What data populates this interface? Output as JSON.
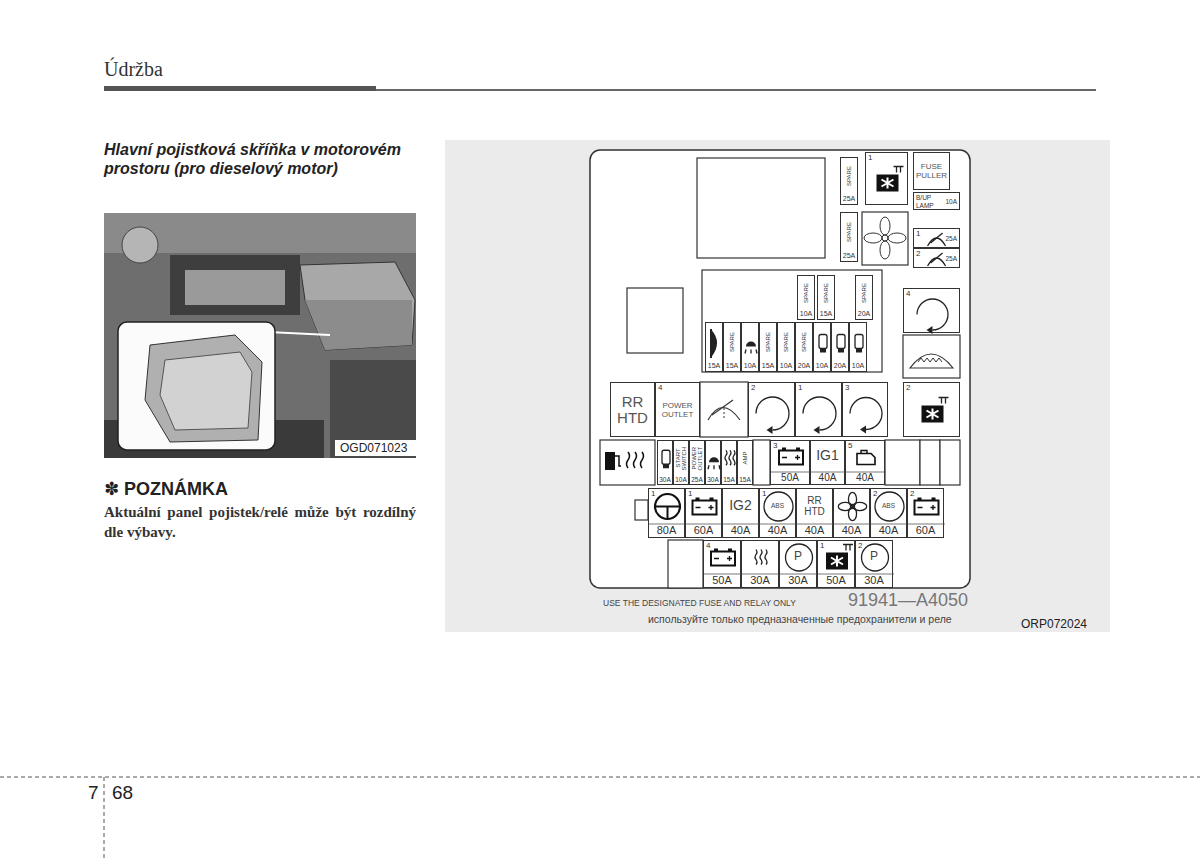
{
  "diagram": {
    "title": "Hlavní pojistková skříňka v motorovém prostoru (pro dieselový motor)",
    "nodes": [
      {
        "text": [
          "USE THE DESIGNATED FUSE AND RELAY ONLY",
          "91941—A4050",
          "используйте только предназначенные предохранители и реле"
        ]
      },
      {
        "text": [
          "SPARE",
          "25A"
        ],
        "in": 0
      },
      {
        "text": [
          "1"
        ],
        "in": 0
      },
      {
        "text": [
          "FUSE PULLER"
        ],
        "in": 0
      },
      {
        "text": [
          "SPARE",
          "25A"
        ],
        "in": 0
      },
      {
        "text": [
          "B/UP LAMP",
          "10A"
        ],
        "in": 0
      },
      {
        "text": [
          "1",
          "25A"
        ],
        "in": 0
      },
      {
        "text": [
          "2",
          "25A"
        ],
        "in": 0
      },
      {
        "text": [
          "SPARE",
          "10A"
        ],
        "in": 0
      },
      {
        "text": [
          "SPARE",
          "15A"
        ],
        "in": 0
      },
      {
        "text": [
          "SPARE",
          "20A"
        ],
        "in": 0
      },
      {
        "text": [
          "15A"
        ],
        "in": 0
      },
      {
        "text": [
          "SPARE",
          "15A"
        ],
        "in": 0
      },
      {
        "text": [
          "10A"
        ],
        "in": 0
      },
      {
        "text": [
          "SPARE",
          "15A"
        ],
        "in": 0
      },
      {
        "text": [
          "SPARE",
          "10A"
        ],
        "in": 0
      },
      {
        "text": [
          "SPARE",
          "20A"
        ],
        "in": 0
      },
      {
        "text": [
          "10A"
        ],
        "in": 0
      },
      {
        "text": [
          "20A"
        ],
        "in": 0
      },
      {
        "text": [
          "10A"
        ],
        "in": 0
      },
      {
        "text": [
          "4"
        ],
        "in": 0
      },
      {
        "text": [
          "RR HTD"
        ],
        "in": 0
      },
      {
        "text": [
          "4",
          "POWER OUTLET"
        ],
        "in": 0
      },
      {
        "text": [
          "2"
        ],
        "in": 0
      },
      {
        "text": [
          "1"
        ],
        "in": 0
      },
      {
        "text": [
          "3"
        ],
        "in": 0
      },
      {
        "text": [
          "2"
        ],
        "in": 0
      },
      {
        "text": [
          "30A"
        ],
        "in": 0
      },
      {
        "text": [
          "START SWITCH",
          "10A"
        ],
        "in": 0
      },
      {
        "text": [
          "POWER OUTLET",
          "25A"
        ],
        "in": 0
      },
      {
        "text": [
          "30A"
        ],
        "in": 0
      },
      {
        "text": [
          "15A"
        ],
        "in": 0
      },
      {
        "text": [
          "AMP",
          "15A"
        ],
        "in": 0
      },
      {
        "text": [
          "3",
          "50A"
        ],
        "in": 0
      },
      {
        "text": [
          "IG1",
          "40A"
        ],
        "in": 0
      },
      {
        "text": [
          "5",
          "40A"
        ],
        "in": 0
      },
      {
        "text": [
          "1",
          "80A"
        ],
        "in": 0
      },
      {
        "text": [
          "1",
          "60A"
        ],
        "in": 0
      },
      {
        "text": [
          "IG2",
          "40A"
        ],
        "in": 0
      },
      {
        "text": [
          "1",
          "ABS",
          "40A"
        ],
        "in": 0
      },
      {
        "text": [
          "RR HTD",
          "40A"
        ],
        "in": 0
      },
      {
        "text": [
          "40A"
        ],
        "in": 0
      },
      {
        "text": [
          "2",
          "ABS",
          "40A"
        ],
        "in": 0
      },
      {
        "text": [
          "2",
          "60A"
        ],
        "in": 0
      },
      {
        "text": [
          "4",
          "50A"
        ],
        "in": 0
      },
      {
        "text": [
          "30A"
        ],
        "in": 0
      },
      {
        "text": [
          "P",
          "30A"
        ],
        "in": 0
      },
      {
        "text": [
          "1",
          "50A"
        ],
        "in": 0
      },
      {
        "text": [
          "2",
          "P",
          "30A"
        ],
        "in": 0
      }
    ],
    "labels": [
      "Údržba",
      "OGD071023",
      "✽ POZNÁMKA",
      "Aktuální panel pojistek/relé může být rozdílný dle výbavy.",
      "ORP072024",
      "7",
      "68"
    ]
  }
}
